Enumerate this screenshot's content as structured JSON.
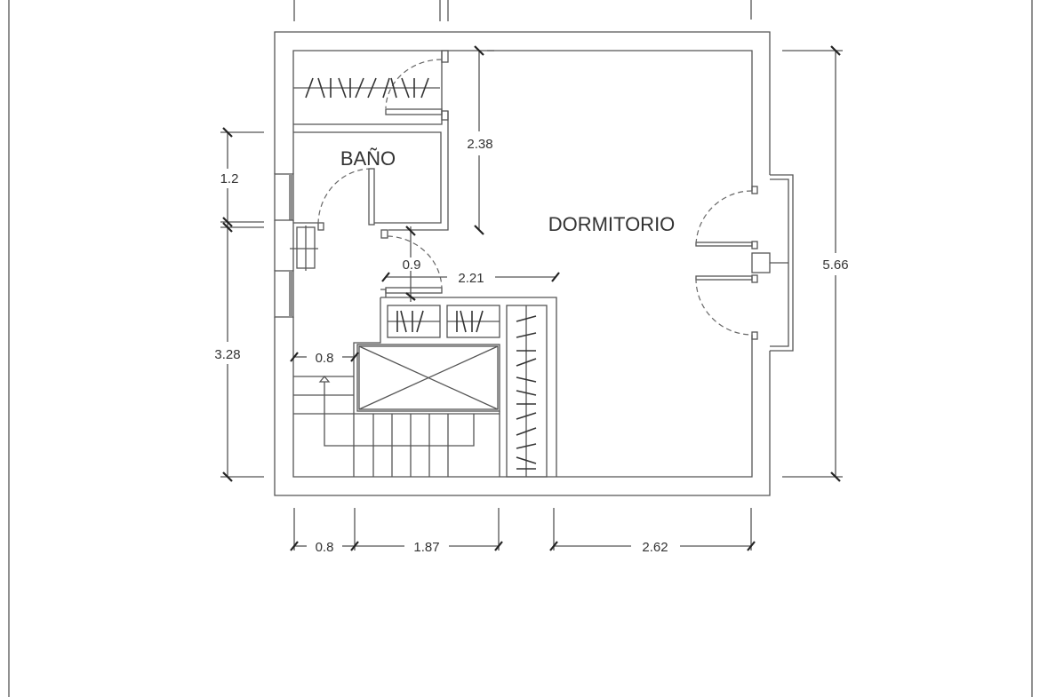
{
  "plan": {
    "rooms": {
      "bathroom": "BAÑO",
      "bedroom": "DORMITORIO"
    },
    "dimensions": {
      "bath_height": "1.2",
      "left_lower": "3.28",
      "closet_height": "2.38",
      "door_width": "0.9",
      "hall_width": "2.21",
      "stair_width": "0.8",
      "bottom_stair": "0.8",
      "bottom_middle": "1.87",
      "bottom_right": "2.62",
      "total_height": "5.66"
    }
  }
}
